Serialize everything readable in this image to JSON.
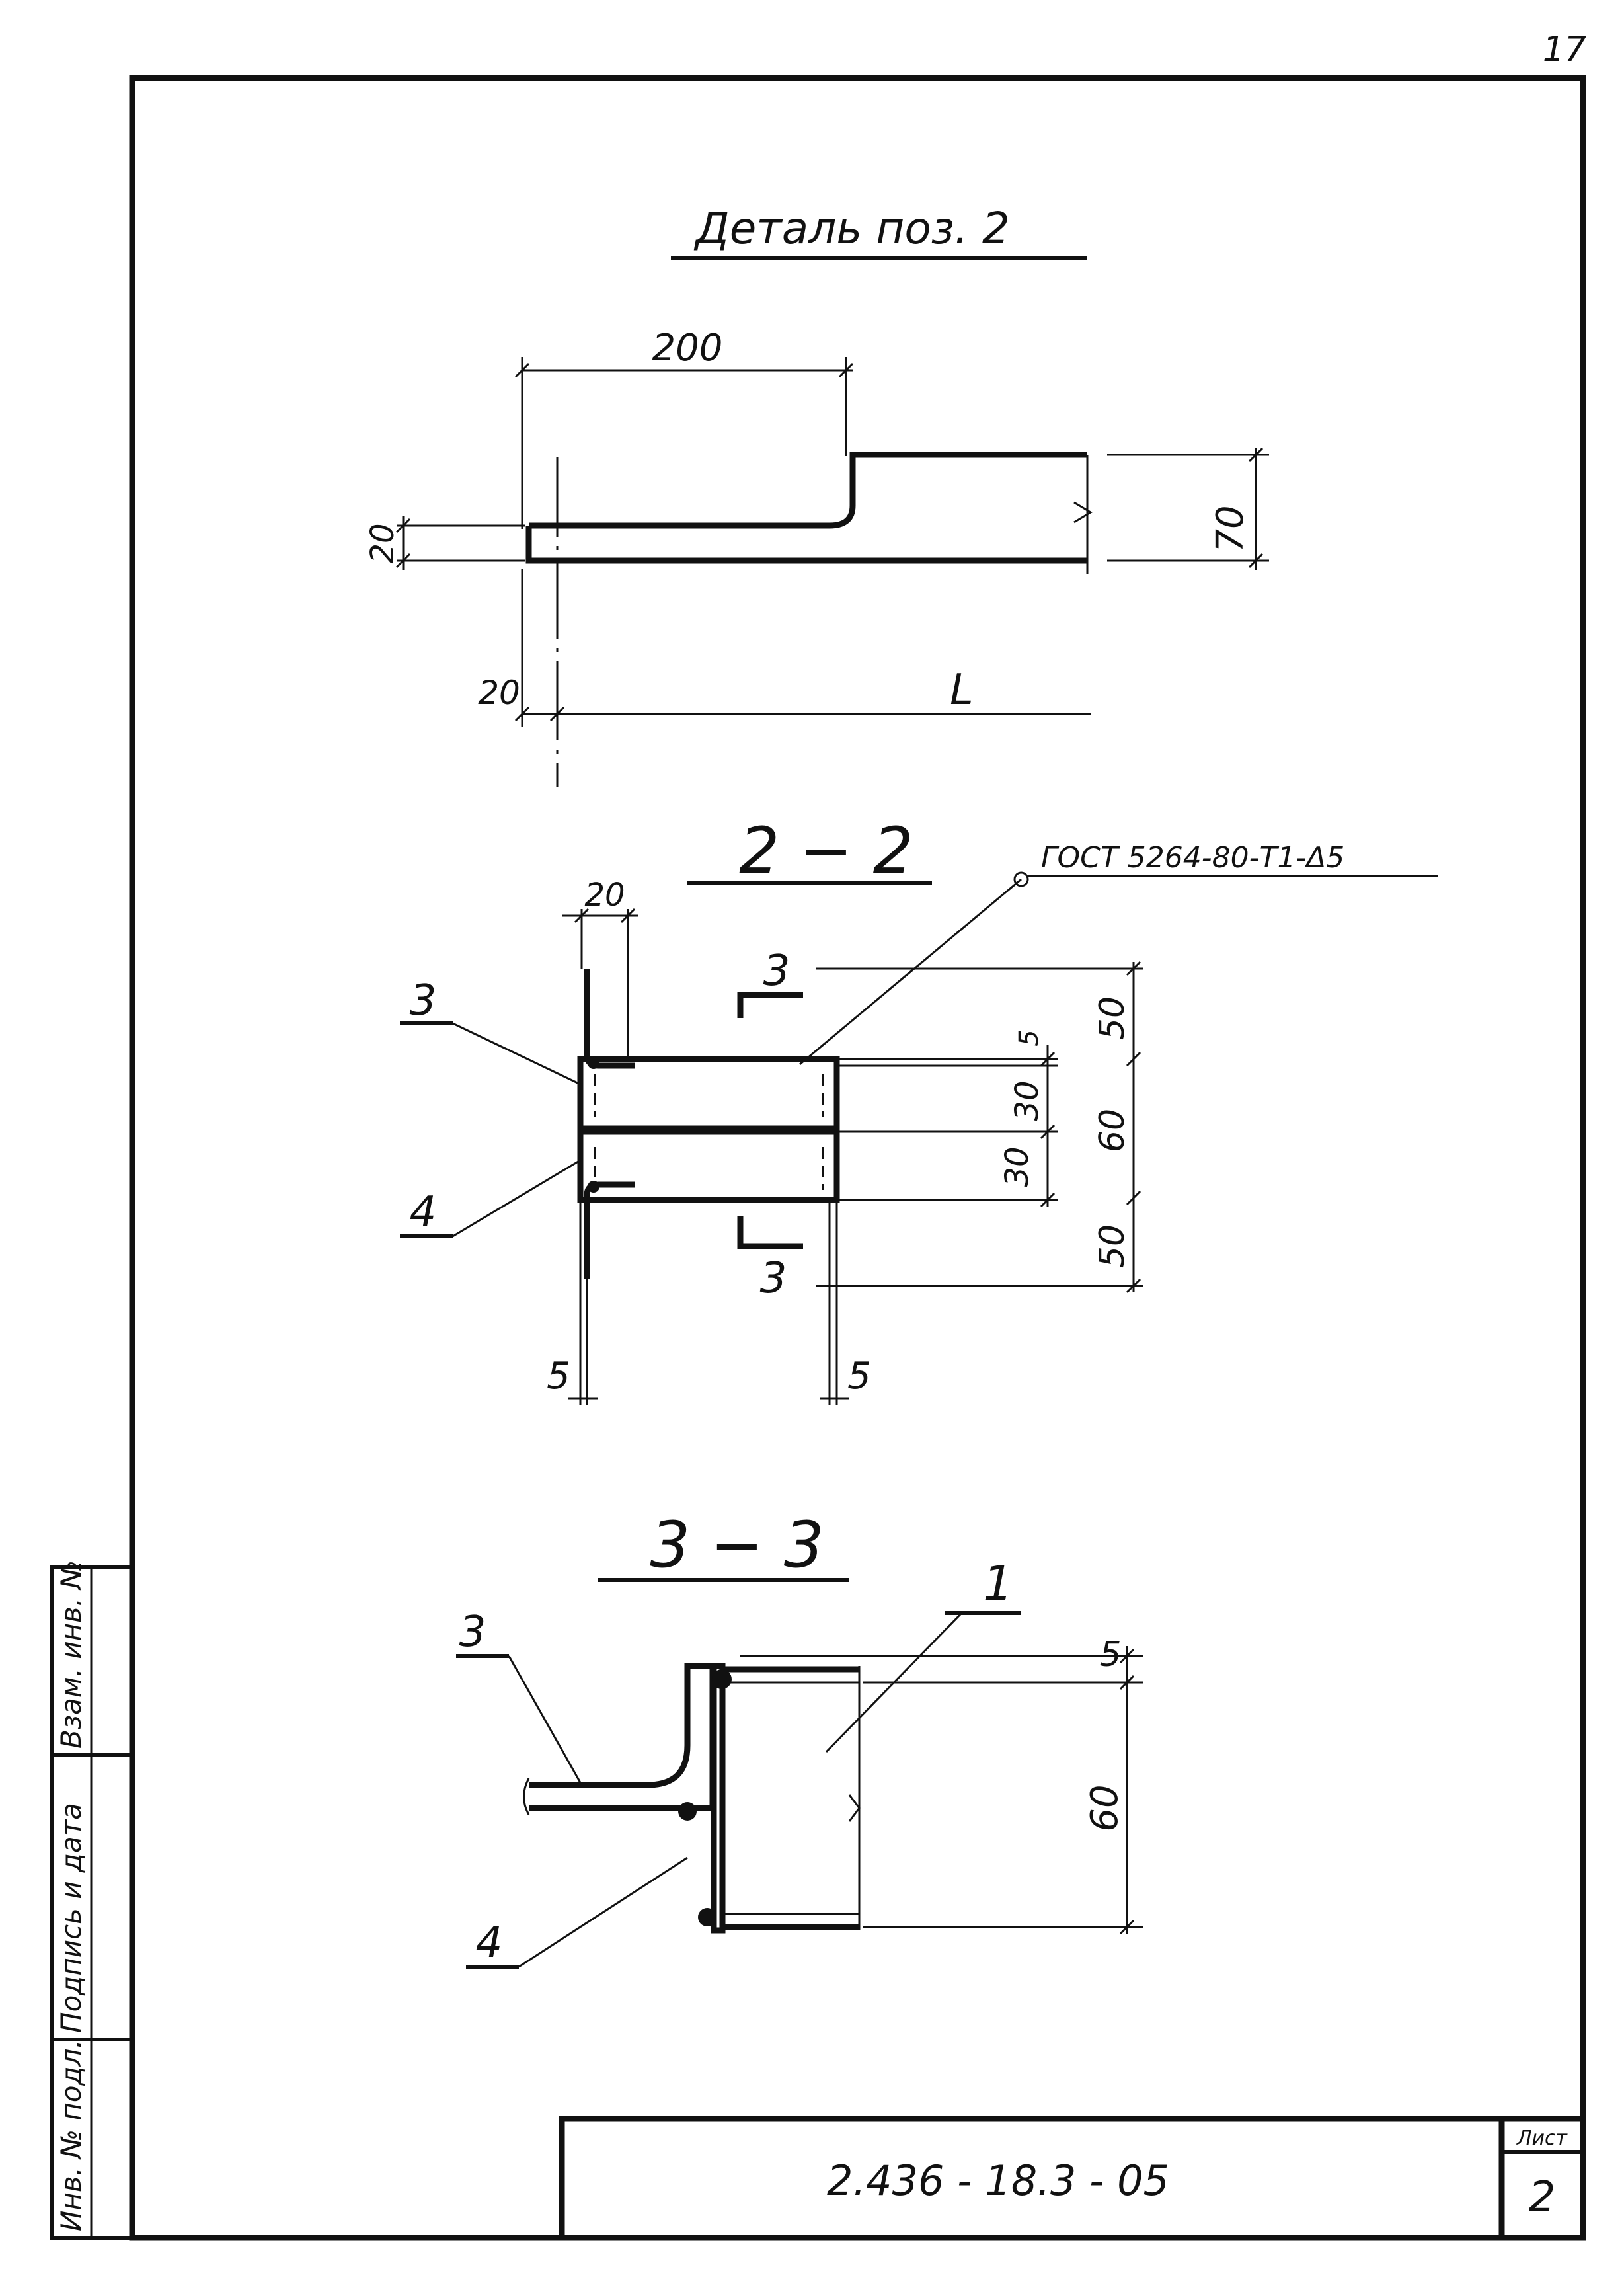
{
  "page_number": "17",
  "detail": {
    "title": "Деталь поз. 2",
    "dim_200": "200",
    "dim_70": "70",
    "dim_20_left": "20",
    "dim_20_bottom": "20",
    "dim_L": "L"
  },
  "section_2_2": {
    "title": "2 − 2",
    "weld_note": "ГОСТ 5264-80-Т1-Δ5",
    "dim_top_20": "20",
    "callout_3": "3",
    "callout_4": "4",
    "cut_mark_top": "3",
    "cut_mark_bottom": "3",
    "dim_50_top": "50",
    "dim_5": "5",
    "dim_30_top": "30",
    "dim_60": "60",
    "dim_30_bottom": "30",
    "dim_50_bottom": "50",
    "dim_5_left": "5",
    "dim_5_right": "5"
  },
  "section_3_3": {
    "title": "3 − 3",
    "callout_1": "1",
    "callout_3": "3",
    "callout_4": "4",
    "dim_5": "5",
    "dim_60": "60"
  },
  "side_stamp": {
    "field_1": "Инв. № подл.",
    "field_2": "Подпись и дата",
    "field_3": "Взам. инв. №"
  },
  "title_block": {
    "document_code": "2.436 - 18.3 - 05",
    "sheet_label": "Лист",
    "sheet_number": "2"
  }
}
